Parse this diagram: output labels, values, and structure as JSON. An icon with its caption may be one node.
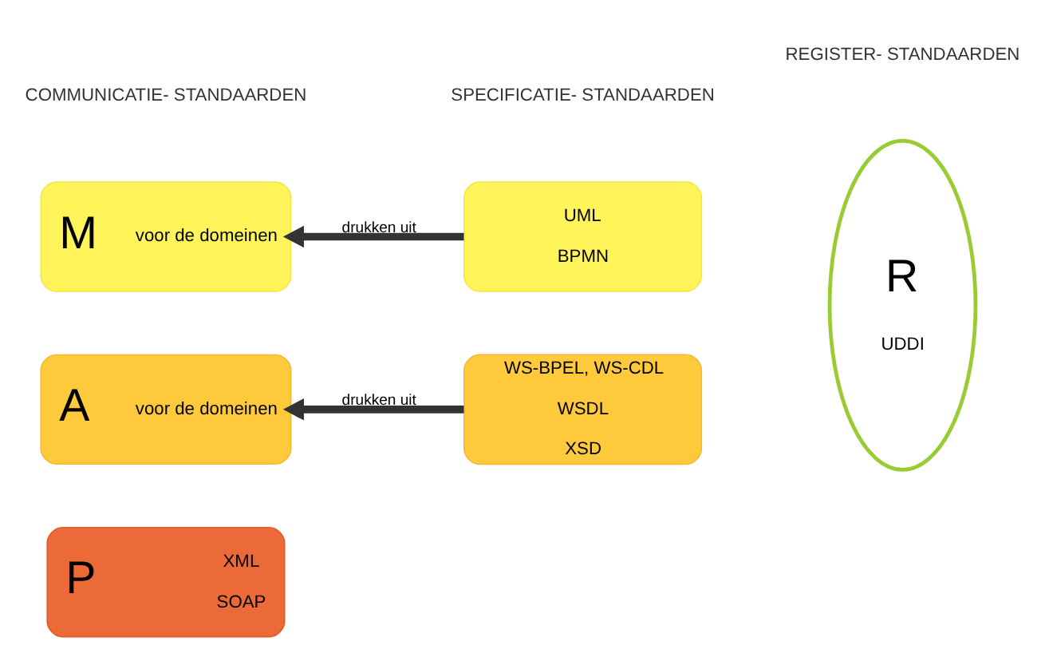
{
  "diagram": {
    "nodes": [
      {
        "text": [
          "M",
          "voor de domeinen"
        ]
      },
      {
        "text": [
          "A",
          "voor de domeinen"
        ]
      },
      {
        "text": [
          "P",
          "XML",
          "SOAP"
        ]
      },
      {
        "text": [
          "UML",
          "BPMN"
        ]
      },
      {
        "text": [
          "WS-BPEL, WS-CDL",
          "WSDL",
          "XSD"
        ]
      },
      {
        "text": [
          "R",
          "UDDI"
        ]
      }
    ],
    "edges": [
      {
        "from": 3,
        "to": 0,
        "arrow": "to",
        "label": "drukken uit"
      },
      {
        "from": 4,
        "to": 1,
        "arrow": "to",
        "label": "drukken uit"
      }
    ],
    "labels": [
      "COMMUNICATIE- STANDAARDEN",
      "SPECIFICATIE- STANDAARDEN",
      "REGISTER- STANDAARDEN"
    ]
  }
}
